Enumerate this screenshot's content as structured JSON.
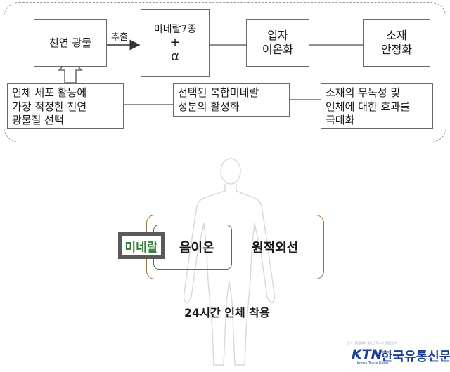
{
  "flow": {
    "box1": "천연 광물",
    "arrow1_label": "추출",
    "box2_line1": "미네랄7종",
    "box2_line2": "+",
    "box2_line3": "α",
    "box3": "입자\n이온화",
    "box4": "소재\n안정화",
    "note1": "인체 세포 활동에\n가장 적정한 천연\n광물질 선택",
    "note2": "선택된 복합미네랄\n성분의 활성화",
    "note3": "소재의 무독성 및\n인체에 대한 효과를\n극대화"
  },
  "body_diagram": {
    "mineral_label": "미네랄",
    "anion_label": "음이온",
    "far_infrared_label": "원적외선",
    "caption": "24시간 인체 착용",
    "colors": {
      "mineral_text": "#2e7d32",
      "mineral_border": "#5a5a5a",
      "anion_border": "#4e7a2e",
      "far_infrared_border": "#a0703a"
    }
  },
  "logo": {
    "brand_mark": "KTN",
    "brand_name": "한국유통신문",
    "tagline": "Korea Trade News",
    "small_text": "한국 유통업계의 올곧은 목소리 유통전문지"
  }
}
